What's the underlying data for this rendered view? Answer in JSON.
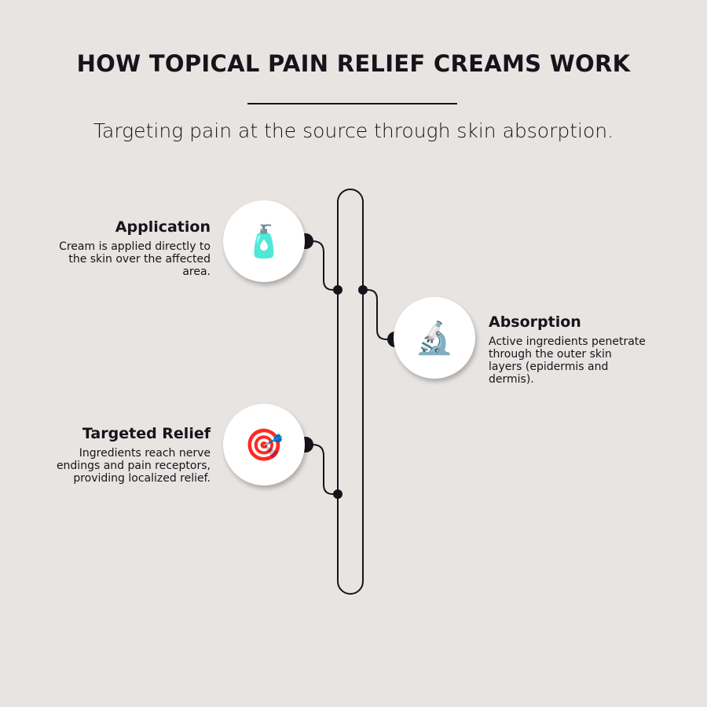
{
  "title": "HOW TOPICAL PAIN RELIEF CREAMS WORK",
  "subtitle": "Targeting pain at the source through skin absorption.",
  "steps": [
    {
      "title": "Application",
      "text": "Cream is applied directly to the skin over the affected area.",
      "icon": "lotion-bottle-icon",
      "glyph": "🧴"
    },
    {
      "title": "Absorption",
      "text": "Active ingredients penetrate through the outer skin layers (epidermis and dermis).",
      "icon": "microscope-icon",
      "glyph": "🔬"
    },
    {
      "title": "Targeted Relief",
      "text": "Ingredients reach nerve endings and pain receptors, providing localized relief.",
      "icon": "target-icon",
      "glyph": "🎯"
    }
  ],
  "colors": {
    "background": "#e7e4e2",
    "ink": "#15141a"
  }
}
